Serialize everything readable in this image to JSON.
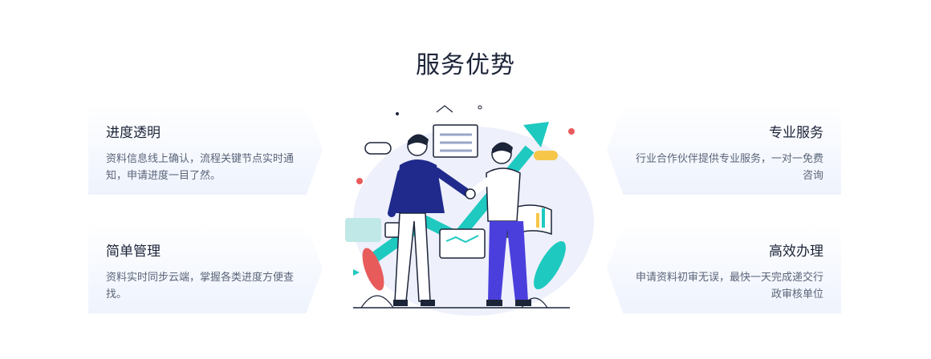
{
  "section_title": "服务优势",
  "cards": [
    {
      "title": "进度透明",
      "desc": "资料信息线上确认，流程关键节点实时通知，申请进度一目了然。"
    },
    {
      "title": "简单管理",
      "desc": "资料实时同步云端，掌握各类进度方便查找。"
    },
    {
      "title": "专业服务",
      "desc": "行业合作伙伴提供专业服务，一对一免费咨询"
    },
    {
      "title": "高效办理",
      "desc": "申请资料初审无误，最快一天完成递交行政审核单位"
    }
  ],
  "colors": {
    "accent_teal": "#1ec9c0",
    "navy": "#1f2a8c",
    "violet": "#4a3fdc"
  }
}
